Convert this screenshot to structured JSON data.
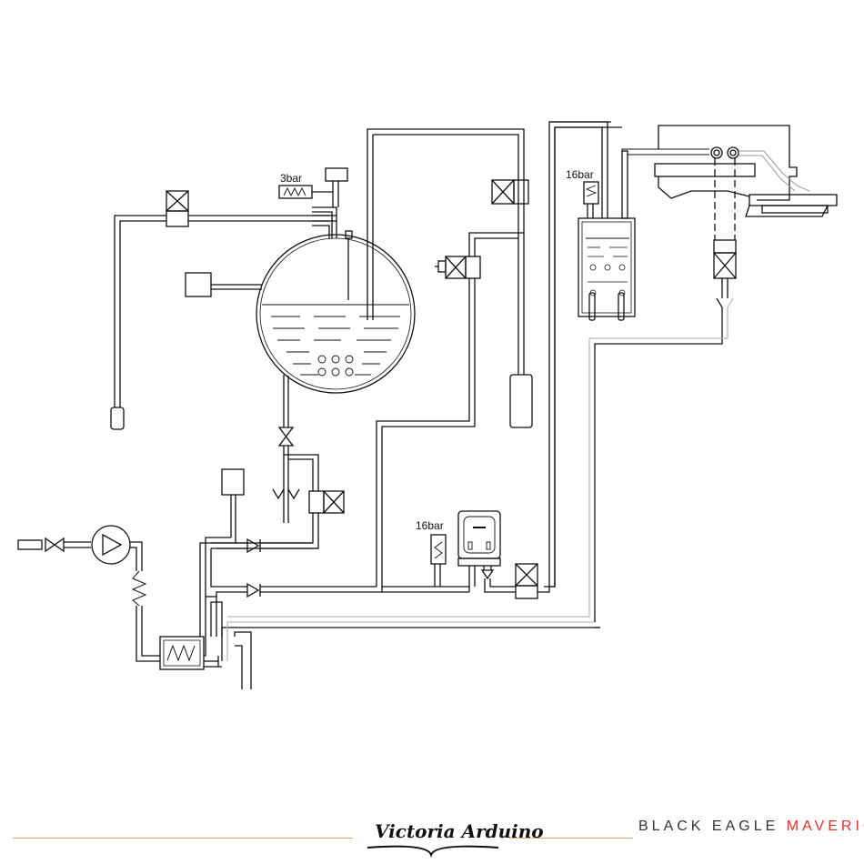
{
  "diagram": {
    "labels": {
      "relief_valve_boiler": "3bar",
      "relief_valve_group": "16bar",
      "relief_valve_pump": "16bar"
    }
  },
  "footer": {
    "logo": "Victoria Arduino",
    "model_black": "BLACK EAGLE",
    "model_red": "MAVERICK",
    "colors": {
      "accent_line": "#e7a45a",
      "red": "#e0312d",
      "dark": "#333333"
    }
  }
}
